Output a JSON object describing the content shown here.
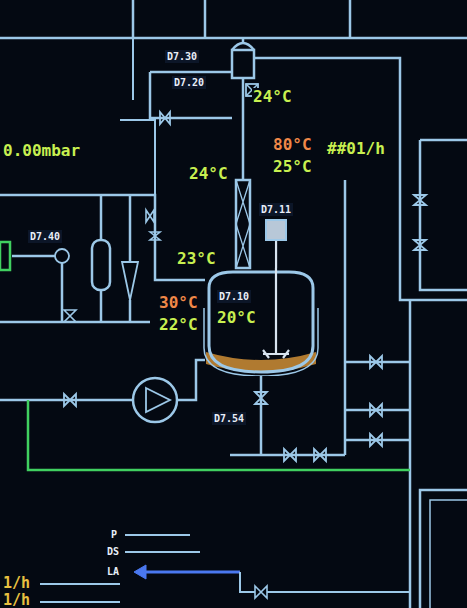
{
  "diagram": {
    "nodes": [
      {
        "text": [
          "D7.10",
          "20°C"
        ]
      },
      {
        "text": [
          "D7.11"
        ]
      }
    ],
    "edges": [
      {
        "from": 1,
        "to": 0,
        "arrow": "none"
      }
    ],
    "labels": [
      "D7.30",
      "D7.20",
      "24°C",
      "0.00mbar",
      "24°C",
      "80°C",
      "25°C",
      "##01/h",
      "D7.40",
      "23°C",
      "30°C",
      "22°C",
      "D7.54",
      "P",
      "DS",
      "LA",
      "1/h",
      "1/h"
    ]
  }
}
